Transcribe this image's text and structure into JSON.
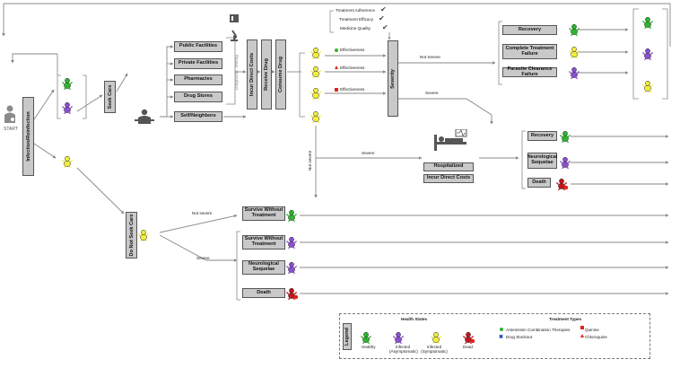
{
  "start_label": "START",
  "infection_label": "Infection/Reinfection",
  "seek_care": "Seek Care",
  "do_not_seek_care": "Do Not Seek Care",
  "facilities": [
    "Public Facilities",
    "Private Facilities",
    "Pharmacies",
    "Drug Stores",
    "Self/Neighbors"
  ],
  "diagnostic_testing": "Diagnostic Testing",
  "incur_direct_costs": "Incur Direct Costs",
  "receive_drug": "Receive Drug",
  "consume_drug": "Consume Drug",
  "effectiveness": [
    "Effectiveness",
    "Effectiveness",
    "Effectiveness"
  ],
  "quality_items": [
    "Treatment Adherence",
    "Treatment Efficacy",
    "Medicine Quality"
  ],
  "severity": "Severity",
  "not_severe": "Not Severe",
  "severe": "Severe",
  "not_severe_lower": "Not severe",
  "severe_lower": "Severe",
  "outcomes_top": [
    "Recovery",
    "Complete Treatment Failure",
    "Parasite Clearance Failure"
  ],
  "hospitalized": "Hospitalized",
  "hosp_costs": "Incur Direct Costs",
  "outcomes_hosp": [
    "Recovery",
    "Neurological Sequelae",
    "Death"
  ],
  "survive_without_treatment": "Survive Without Treatment",
  "outcomes_no_care": [
    "Survive Without Treatment",
    "Neurological Sequelae",
    "Death"
  ],
  "legend": {
    "title": "Legend",
    "health_states_title": "Health States",
    "health_states": [
      "Healthy",
      "Infected (Asymptomatic)",
      "Infected (Symptomatic)",
      "Dead"
    ],
    "treatment_types_title": "Treatment Types",
    "treatment_types": [
      "Artemisinin Combination Therapies",
      "Quinine",
      "Drug Stockout",
      "Chloroquine"
    ]
  },
  "colors": {
    "healthy": "#2db52d",
    "asymptomatic": "#8a4fd0",
    "symptomatic": "#f2ee3a",
    "dead": "#c4161c",
    "box": "#c9c9c9"
  }
}
